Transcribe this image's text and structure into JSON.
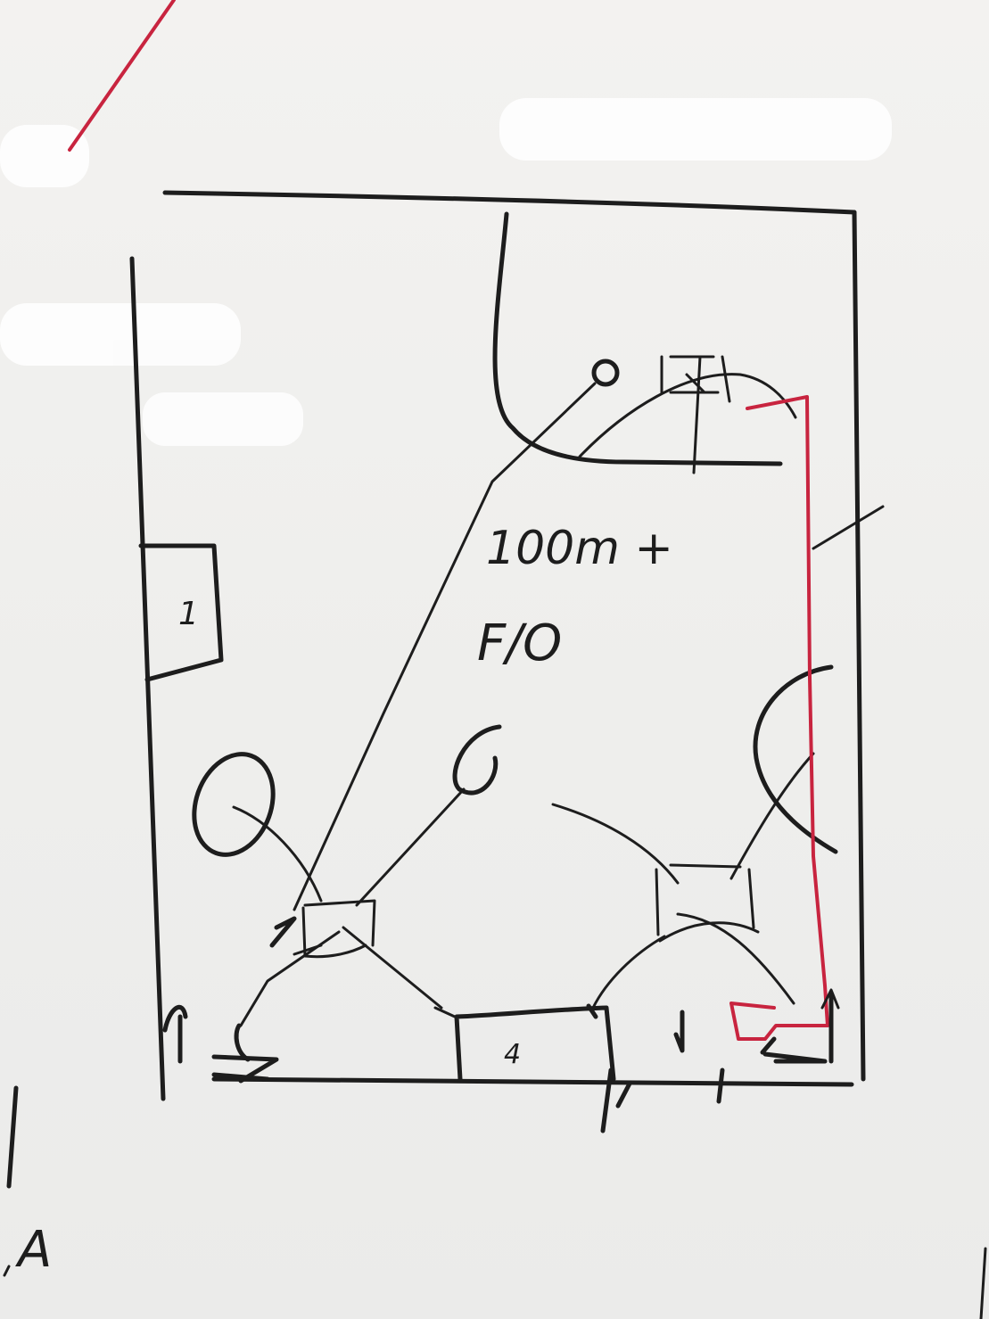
{
  "labels": {
    "distance_note": "100m +",
    "pitch_note": "F/O",
    "box_label_left": "1",
    "box_label_bottom": "4",
    "corner_mark": "A"
  },
  "colors": {
    "board": "#f1f0ee",
    "ink_black": "#1d1d1d",
    "ink_red": "#c8243f"
  }
}
